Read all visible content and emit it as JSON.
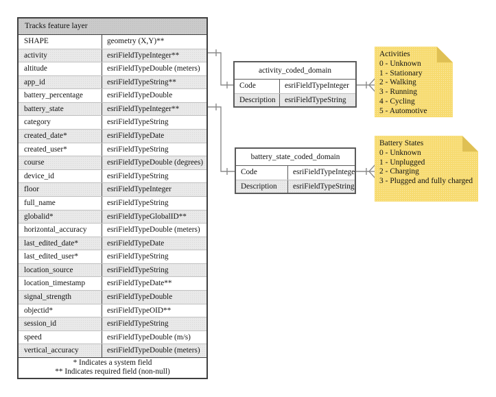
{
  "tracks_table": {
    "title": "Tracks feature layer",
    "rows": [
      {
        "name": "SHAPE",
        "type": "geometry (X,Y)**"
      },
      {
        "name": "activity",
        "type": "esriFieldTypeInteger**"
      },
      {
        "name": "altitude",
        "type": "esriFieldTypeDouble (meters)"
      },
      {
        "name": "app_id",
        "type": "esriFieldTypeString**"
      },
      {
        "name": "battery_percentage",
        "type": "esriFieldTypeDouble"
      },
      {
        "name": "battery_state",
        "type": "esriFieldTypeInteger**"
      },
      {
        "name": "category",
        "type": "esriFieldTypeString"
      },
      {
        "name": "created_date*",
        "type": "esriFieldTypeDate"
      },
      {
        "name": "created_user*",
        "type": "esriFieldTypeString"
      },
      {
        "name": "course",
        "type": "esriFieldTypeDouble (degrees)"
      },
      {
        "name": "device_id",
        "type": "esriFieldTypeString"
      },
      {
        "name": "floor",
        "type": "esriFieldTypeInteger"
      },
      {
        "name": "full_name",
        "type": "esriFieldTypeString"
      },
      {
        "name": "globalid*",
        "type": "esriFieldTypeGlobalID**"
      },
      {
        "name": "horizontal_accuracy",
        "type": "esriFieldTypeDouble (meters)"
      },
      {
        "name": "last_edited_date*",
        "type": "esriFieldTypeDate"
      },
      {
        "name": "last_edited_user*",
        "type": "esriFieldTypeString"
      },
      {
        "name": "location_source",
        "type": "esriFieldTypeString"
      },
      {
        "name": "location_timestamp",
        "type": "esriFieldTypeDate**"
      },
      {
        "name": "signal_strength",
        "type": "esriFieldTypeDouble"
      },
      {
        "name": "objectid*",
        "type": "esriFieldTypeOID**"
      },
      {
        "name": "session_id",
        "type": "esriFieldTypeString"
      },
      {
        "name": "speed",
        "type": "esriFieldTypeDouble (m/s)"
      },
      {
        "name": "vertical_accuracy",
        "type": "esriFieldTypeDouble (meters)"
      }
    ],
    "footnotes": [
      "* Indicates a system field",
      "** Indicates required field (non-null)"
    ]
  },
  "activity_domain": {
    "title": "activity_coded_domain",
    "rows": [
      {
        "name": "Code",
        "type": "esriFieldTypeInteger"
      },
      {
        "name": "Description",
        "type": "esriFieldTypeString"
      }
    ]
  },
  "battery_domain": {
    "title": "battery_state_coded_domain",
    "rows": [
      {
        "name": "Code",
        "type": "esriFieldTypeInteger"
      },
      {
        "name": "Description",
        "type": "esriFieldTypeString"
      }
    ]
  },
  "notes": {
    "activities": {
      "title": "Activities",
      "lines": [
        "0 - Unknown",
        "1 - Stationary",
        "2 - Walking",
        "3 - Running",
        "4 - Cycling",
        "5 - Automotive"
      ]
    },
    "battery": {
      "title": "Battery States",
      "lines": [
        "0 - Unknown",
        "1 - Unplugged",
        "2 - Charging",
        "3 - Plugged and fully charged"
      ]
    }
  },
  "colors": {
    "header_bg": "#cacaca",
    "row_alt_bg": "#e9e9e9",
    "note_bg": "#f7db70",
    "note_fold": "#dfc054",
    "connector": "#8a8a8a",
    "border_dark": "#3f3f3f"
  }
}
